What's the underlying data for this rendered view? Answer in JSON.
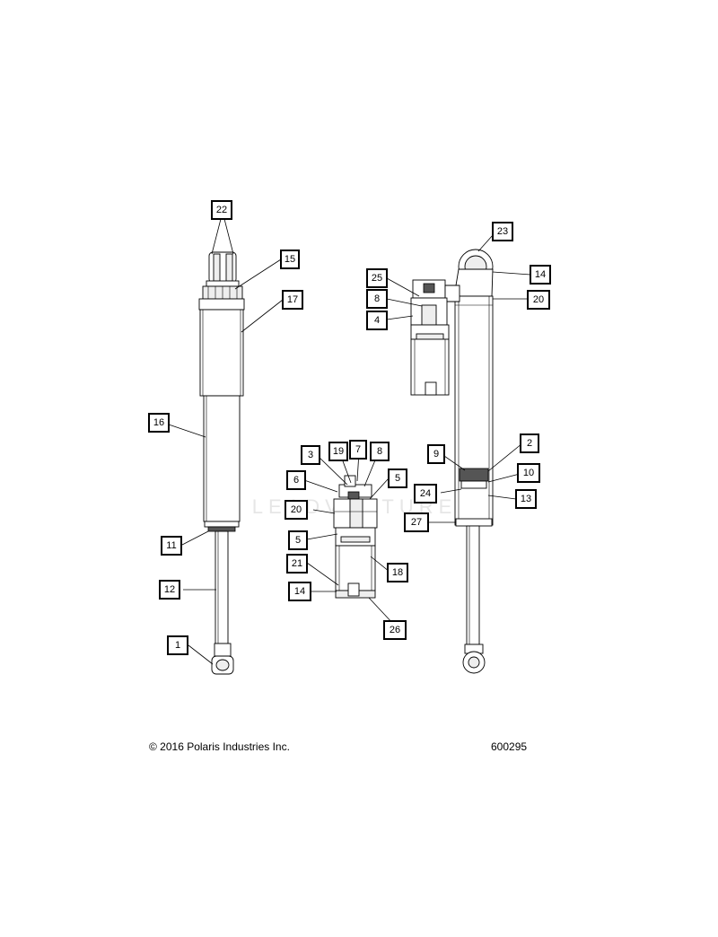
{
  "footer": {
    "copyright": "© 2016 Polaris Industries Inc.",
    "figure_number": "600295"
  },
  "watermark": "LEADVENTURE",
  "callouts": [
    {
      "id": "c22",
      "text": "22"
    },
    {
      "id": "c15",
      "text": "15"
    },
    {
      "id": "c17",
      "text": "17"
    },
    {
      "id": "c16",
      "text": "16"
    },
    {
      "id": "c11",
      "text": "11"
    },
    {
      "id": "c12",
      "text": "12"
    },
    {
      "id": "c1",
      "text": "1"
    },
    {
      "id": "c23",
      "text": "23"
    },
    {
      "id": "c14a",
      "text": "14"
    },
    {
      "id": "c20a",
      "text": "20"
    },
    {
      "id": "c25",
      "text": "25"
    },
    {
      "id": "c8a",
      "text": "8"
    },
    {
      "id": "c4",
      "text": "4"
    },
    {
      "id": "c3",
      "text": "3"
    },
    {
      "id": "c19",
      "text": "19"
    },
    {
      "id": "c7",
      "text": "7"
    },
    {
      "id": "c8b",
      "text": "8"
    },
    {
      "id": "c6",
      "text": "6"
    },
    {
      "id": "c5a",
      "text": "5"
    },
    {
      "id": "c20b",
      "text": "20"
    },
    {
      "id": "c5b",
      "text": "5"
    },
    {
      "id": "c21",
      "text": "21"
    },
    {
      "id": "c18",
      "text": "18"
    },
    {
      "id": "c14b",
      "text": "14"
    },
    {
      "id": "c26",
      "text": "26"
    },
    {
      "id": "c9",
      "text": "9"
    },
    {
      "id": "c2",
      "text": "2"
    },
    {
      "id": "c10",
      "text": "10"
    },
    {
      "id": "c24",
      "text": "24"
    },
    {
      "id": "c13",
      "text": "13"
    },
    {
      "id": "c27",
      "text": "27"
    }
  ]
}
